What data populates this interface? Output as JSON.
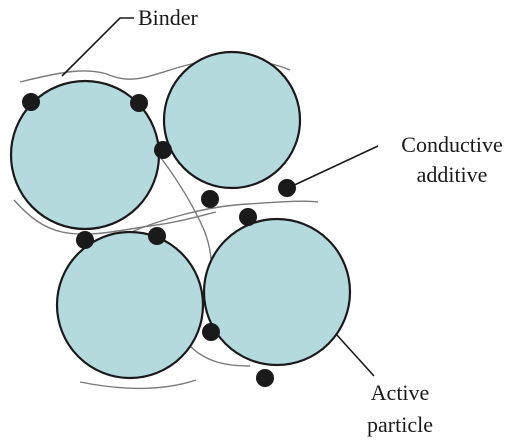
{
  "colors": {
    "particle_fill": "#b5dade",
    "particle_stroke": "#1a1a1a",
    "additive_fill": "#1a1a1a",
    "binder_stroke": "#7a7a7a",
    "label_text": "#1a1a1a",
    "background": "#ffffff"
  },
  "labels": {
    "binder": "Binder",
    "conductive_line1": "Conductive",
    "conductive_line2": "additive",
    "active_line1": "Active",
    "active_line2": "particle"
  }
}
